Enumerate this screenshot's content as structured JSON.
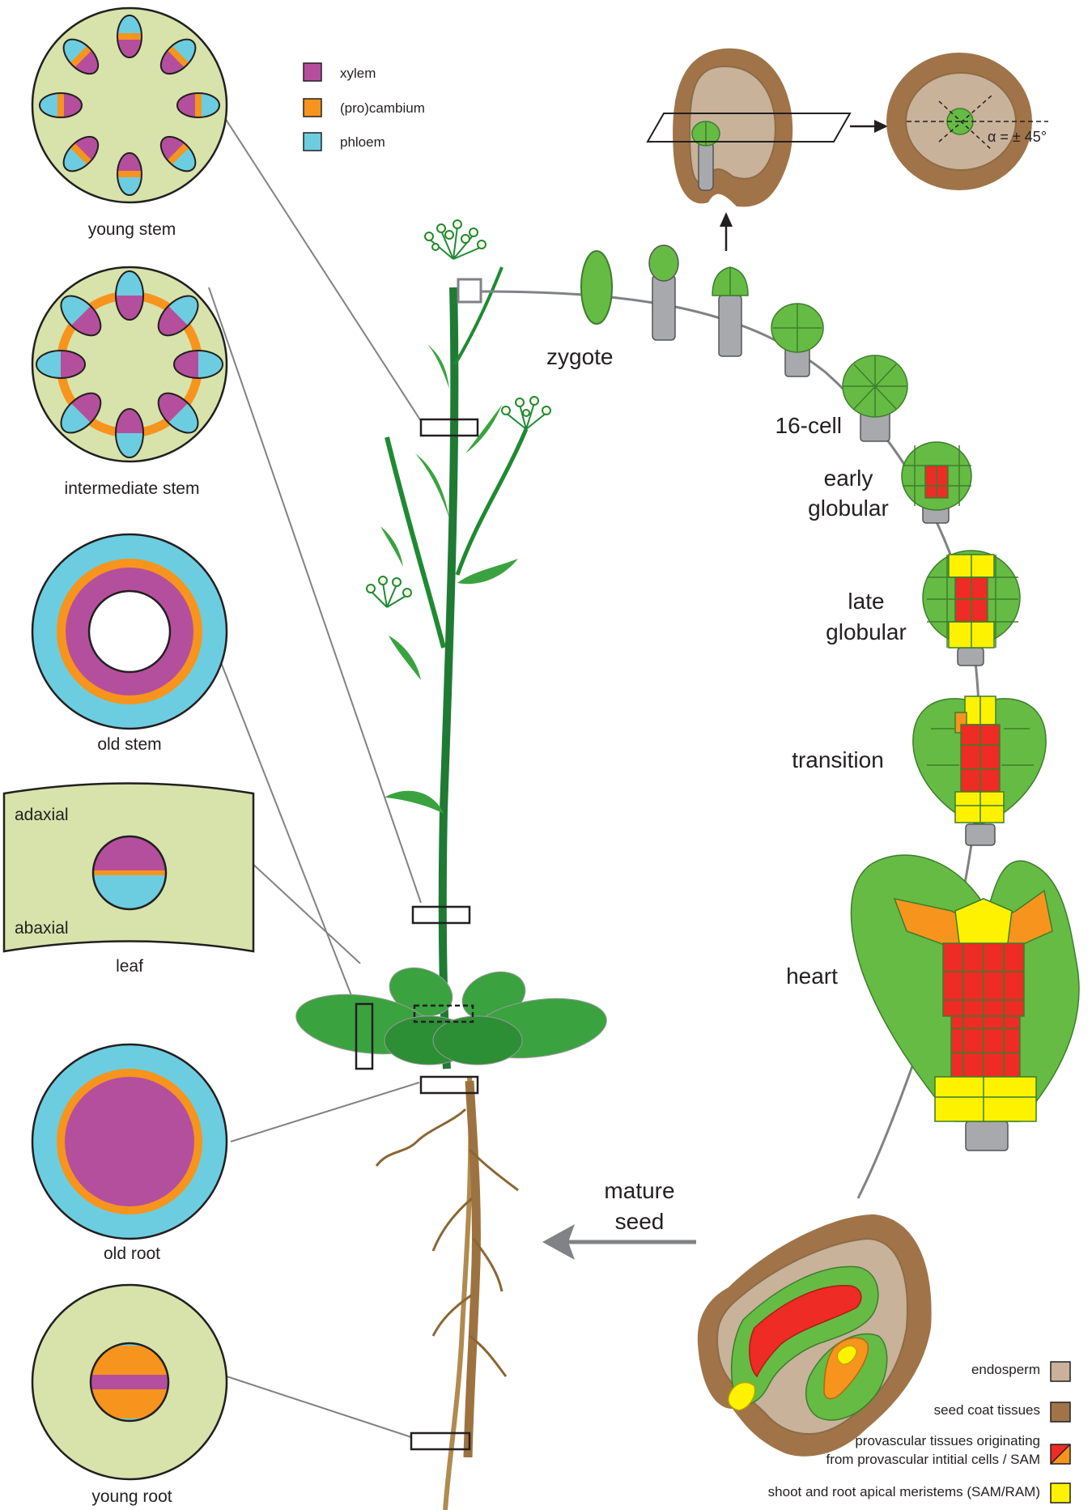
{
  "colors": {
    "xylem": "#b44f9d",
    "cambium": "#f7941d",
    "phloem": "#6ccde0",
    "ground": "#d7e3aa",
    "embryo_green": "#66bb44",
    "suspensor": "#a7a9ac",
    "provascular": "#ee2b24",
    "meristem": "#fff200",
    "endosperm": "#c8b29a",
    "seed_coat": "#a07448",
    "connector": "#808285"
  },
  "tissue_legend": [
    {
      "label": "xylem",
      "color_key": "xylem"
    },
    {
      "label": "(pro)cambium",
      "color_key": "cambium"
    },
    {
      "label": "phloem",
      "color_key": "phloem"
    }
  ],
  "sections": {
    "young_stem": "young stem",
    "intermediate_stem": "intermediate stem",
    "old_stem": "old stem",
    "leaf": "leaf",
    "leaf_adaxial": "adaxial",
    "leaf_abaxial": "abaxial",
    "old_root": "old root",
    "young_root": "young root"
  },
  "stages": {
    "zygote": "zygote",
    "cell16": "16-cell",
    "early_globular": [
      "early",
      "globular"
    ],
    "late_globular": [
      "late",
      "globular"
    ],
    "transition": "transition",
    "heart": "heart",
    "mature_seed": [
      "mature",
      "seed"
    ]
  },
  "angle_label": "α = ± 45°",
  "tissue_key": [
    {
      "lines": [
        "endosperm"
      ],
      "swatch": "endosperm"
    },
    {
      "lines": [
        "seed coat tissues"
      ],
      "swatch": "seed_coat"
    },
    {
      "lines": [
        "provascular tissues originating",
        "from provascular intitial cells / SAM"
      ],
      "swatch": "split-red-orange"
    },
    {
      "lines": [
        "shoot and root apical meristems (SAM/RAM)"
      ],
      "swatch": "meristem"
    }
  ]
}
